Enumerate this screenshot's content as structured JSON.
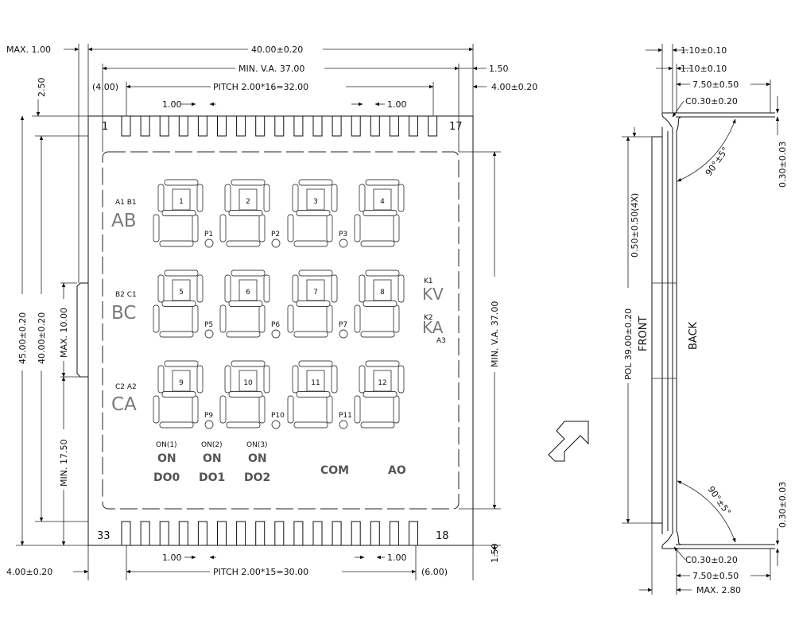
{
  "pins": {
    "first": "1",
    "last_top": "17",
    "first_bottom": "33",
    "last": "18"
  },
  "front": {
    "overall_width": "40.00±0.20",
    "max_left": "MAX. 1.00",
    "min_va_width": "MIN. V.A. 37.00",
    "right_gap": "1.50",
    "left_offset": "(4.00)",
    "pitch_top": "PITCH 2.00*16=32.00",
    "right_offset_top": "4.00±0.20",
    "top_margin": "2.50",
    "pin_width_top_left": "1.00",
    "pin_width_top_right": "1.00",
    "overall_height": "45.00±0.20",
    "glass_height": "40.00±0.20",
    "max_tab": "MAX. 10.00",
    "min_tab": "MIN. 17.50",
    "min_va_height": "MIN. V.A. 37.00",
    "bottom_gap": "1.50",
    "left_offset_bottom": "4.00±0.20",
    "pin_width_bottom_left": "1.00",
    "pin_width_bottom_right": "1.00",
    "pitch_bottom": "PITCH 2.00*15=30.00",
    "right_offset_bottom": "(6.00)"
  },
  "lcd": {
    "digits": [
      "1",
      "2",
      "3",
      "4",
      "5",
      "6",
      "7",
      "8",
      "9",
      "10",
      "11",
      "12"
    ],
    "points": [
      "P1",
      "P2",
      "P3",
      "P5",
      "P6",
      "P7",
      "P9",
      "P10",
      "P11"
    ],
    "icons": {
      "ab_pins": "A1 B1",
      "ab": "AB",
      "bc_pins": "B2  C1",
      "bc": "BC",
      "ca_pins": "C2  A2",
      "ca": "CA",
      "k1": "K1",
      "kv": "KV",
      "k2": "K2",
      "ka": "KA",
      "a3": "A3"
    },
    "on_labels": [
      {
        "pin": "ON(1)",
        "text": "ON",
        "do": "DO0"
      },
      {
        "pin": "ON(2)",
        "text": "ON",
        "do": "DO1"
      },
      {
        "pin": "ON(3)",
        "text": "ON",
        "do": "DO2"
      }
    ],
    "com": "COM",
    "ao": "AO"
  },
  "side": {
    "t1": "1.10±0.10",
    "t2": "1.10±0.10",
    "w1": "7.50±0.50",
    "chamfer_top": "C0.30±0.20",
    "angle_top": "90°±5°",
    "lead_top": "0.30±0.03",
    "pol_gap": "0.50±0.50(4X)",
    "pol": "POL 39.00±0.20",
    "front": "FRONT",
    "back": "BACK",
    "angle_bottom": "90°±5°",
    "lead_bottom": "0.30±0.03",
    "chamfer_bottom": "C0.30±0.20",
    "w2": "7.50±0.50",
    "max_thickness": "MAX. 2.80"
  }
}
